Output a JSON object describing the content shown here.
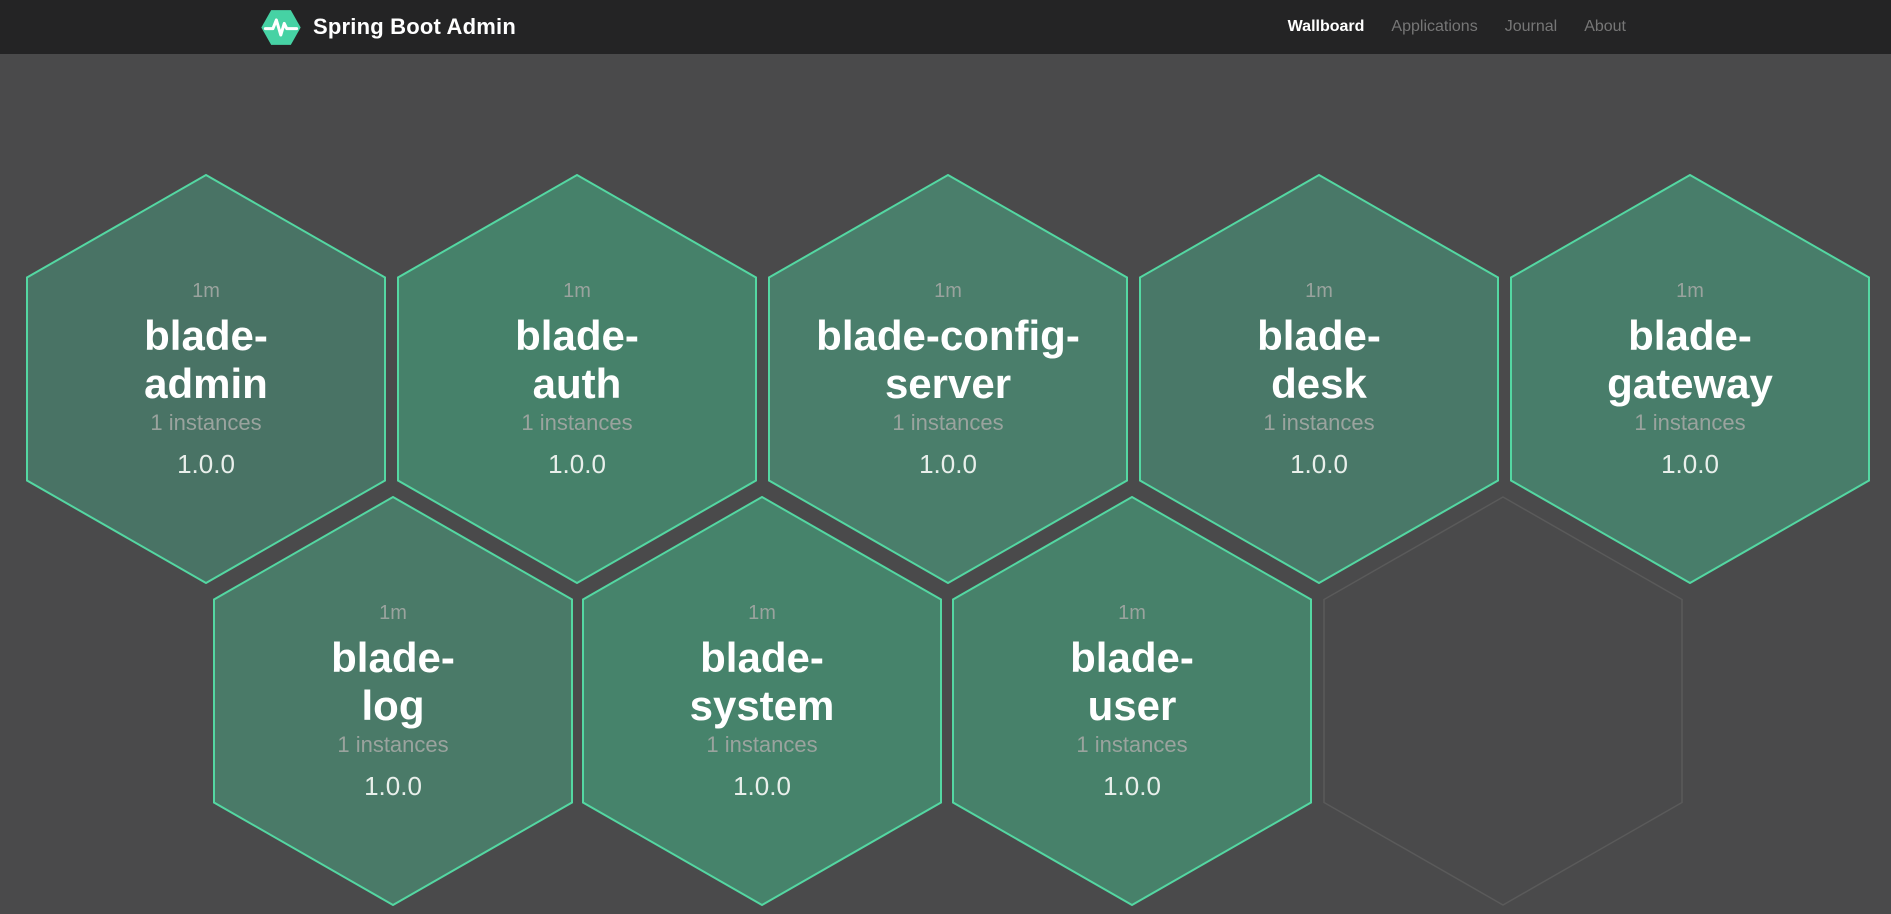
{
  "header": {
    "title": "Spring Boot Admin",
    "nav": [
      {
        "label": "Wallboard",
        "active": true
      },
      {
        "label": "Applications",
        "active": false
      },
      {
        "label": "Journal",
        "active": false
      },
      {
        "label": "About",
        "active": false
      }
    ]
  },
  "theme": {
    "navbar_bg": "#242425",
    "page_bg": "#4a4a4b",
    "hex_border": "#54d7a2",
    "empty_hex_border": "#5a5a5a",
    "logo_color": "#46d2a4",
    "text_muted": "#9aa39e",
    "text_primary": "#ffffff"
  },
  "apps": [
    {
      "name": "blade-admin",
      "name_wrap": "blade-\nadmin",
      "uptime": "1m",
      "instances_label": "1 instances",
      "version": "1.0.0",
      "fill": "#497365"
    },
    {
      "name": "blade-auth",
      "name_wrap": "blade-\nauth",
      "uptime": "1m",
      "instances_label": "1 instances",
      "version": "1.0.0",
      "fill": "#46816a"
    },
    {
      "name": "blade-config-server",
      "name_wrap": "blade-config-\nserver",
      "uptime": "1m",
      "instances_label": "1 instances",
      "version": "1.0.0",
      "fill": "#4a7e6b"
    },
    {
      "name": "blade-desk",
      "name_wrap": "blade-\ndesk",
      "uptime": "1m",
      "instances_label": "1 instances",
      "version": "1.0.0",
      "fill": "#497868"
    },
    {
      "name": "blade-gateway",
      "name_wrap": "blade-\ngateway",
      "uptime": "1m",
      "instances_label": "1 instances",
      "version": "1.0.0",
      "fill": "#487d6a"
    },
    {
      "name": "blade-log",
      "name_wrap": "blade-\nlog",
      "uptime": "1m",
      "instances_label": "1 instances",
      "version": "1.0.0",
      "fill": "#4a7a68"
    },
    {
      "name": "blade-system",
      "name_wrap": "blade-\nsystem",
      "uptime": "1m",
      "instances_label": "1 instances",
      "version": "1.0.0",
      "fill": "#46836b"
    },
    {
      "name": "blade-user",
      "name_wrap": "blade-\nuser",
      "uptime": "1m",
      "instances_label": "1 instances",
      "version": "1.0.0",
      "fill": "#47816a"
    }
  ],
  "empty_slots": 1
}
